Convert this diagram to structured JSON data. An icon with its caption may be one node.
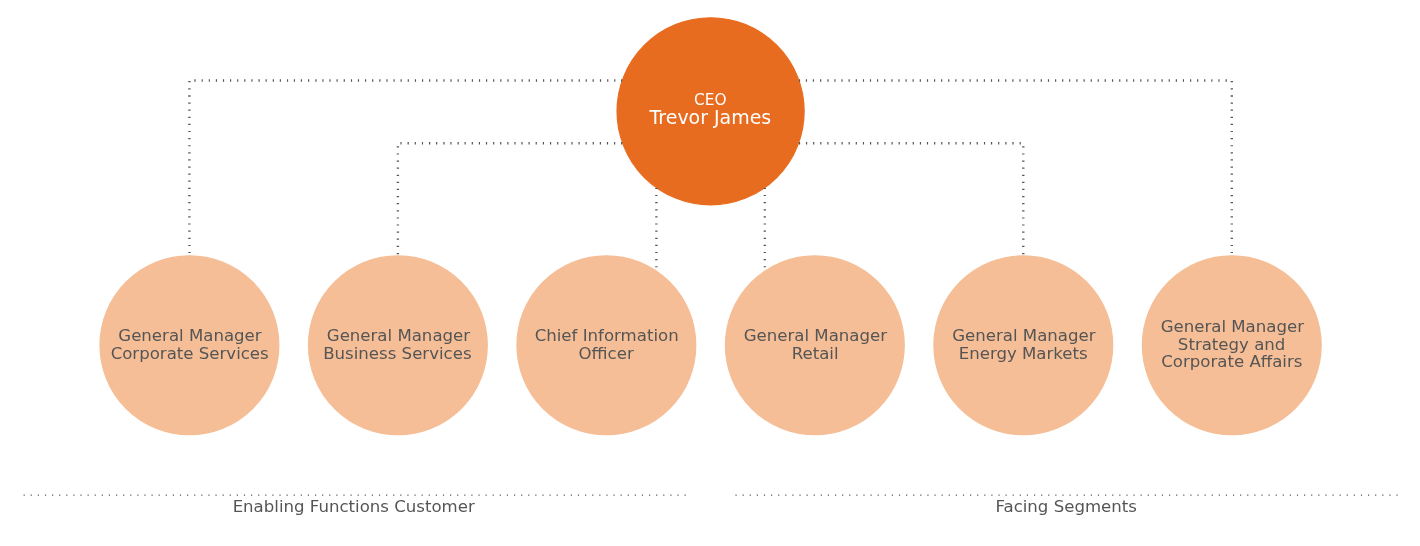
{
  "diagram": {
    "nodes": [
      {
        "text": [
          "CEO",
          "Trevor James"
        ]
      },
      {
        "text": [
          "General Manager Corporate Services"
        ]
      },
      {
        "text": [
          "General Manager Business Services"
        ]
      },
      {
        "text": [
          "Chief Information Officer"
        ]
      },
      {
        "text": [
          "General Manager Retail"
        ]
      },
      {
        "text": [
          "General Manager Energy Markets"
        ]
      },
      {
        "text": [
          "General Manager Strategy and Corporate Affairs"
        ]
      }
    ],
    "edges": [
      {
        "from": 0,
        "to": 1,
        "arrow": "none"
      },
      {
        "from": 0,
        "to": 2,
        "arrow": "none"
      },
      {
        "from": 0,
        "to": 3,
        "arrow": "none"
      },
      {
        "from": 0,
        "to": 4,
        "arrow": "none"
      },
      {
        "from": 0,
        "to": 5,
        "arrow": "none"
      },
      {
        "from": 0,
        "to": 6,
        "arrow": "none"
      }
    ],
    "labels": [
      "Enabling Functions Customer",
      "Facing Segments"
    ]
  }
}
